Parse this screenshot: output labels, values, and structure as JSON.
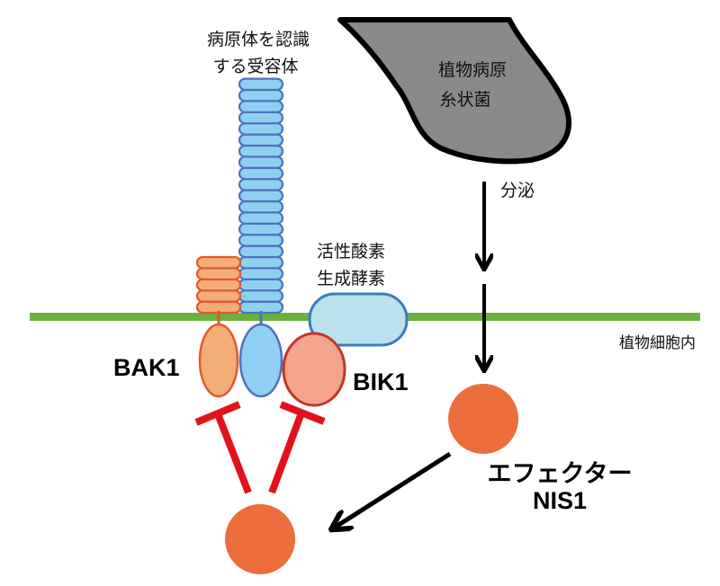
{
  "labels": {
    "receptor": [
      "病原体を認識",
      "する受容体"
    ],
    "pathogen": [
      "植物病原",
      "糸状菌"
    ],
    "secretion": "分泌",
    "ros_enzyme": [
      "活性酸素",
      "生成酵素"
    ],
    "cell_interior": "植物細胞内",
    "bak1": "BAK1",
    "bik1": "BIK1",
    "effector": [
      "エフェクター",
      "NIS1"
    ]
  },
  "colors": {
    "membrane": "#6ab23c",
    "receptor_fill": "#8fd0f2",
    "receptor_stroke": "#4f72bd",
    "bak1_fill": "#f5ad78",
    "bak1_stroke": "#e0582c",
    "bik1_fill": "#f4a48c",
    "bik1_stroke": "#c0362a",
    "ros_fill": "#b9e1ee",
    "ros_stroke": "#3a7cc0",
    "effector_fill": "#eb6d3c",
    "pathogen_fill": "#8a8a8a",
    "inhibit": "#e2121c",
    "arrow": "#000000"
  },
  "receptor_segments": 21,
  "bak1_segments": 5
}
